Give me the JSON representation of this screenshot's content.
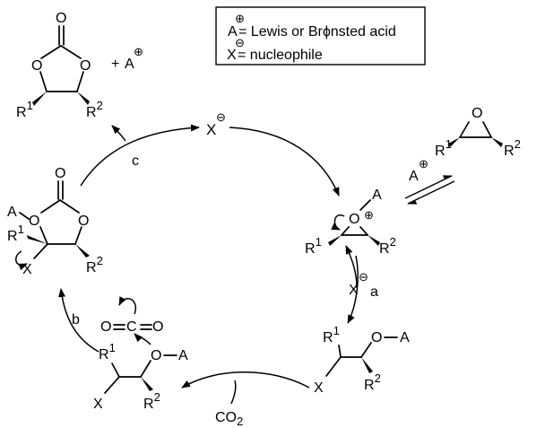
{
  "legend": {
    "acid_symbol": "A",
    "acid_text": " = Lewis or Brϕnsted acid",
    "nuc_symbol": "X",
    "nuc_text": " = nucleophile"
  },
  "atoms": {
    "O": "O",
    "A": "A",
    "X": "X",
    "R": "R",
    "C": "C",
    "one": "1",
    "two": "2",
    "plus_sign": "+",
    "plus_charge": "⊕",
    "minus_charge": "⊖",
    "co2_main": "CO",
    "co2_sub": "2"
  },
  "steps": {
    "a": "a",
    "b": "b",
    "c": "c"
  }
}
